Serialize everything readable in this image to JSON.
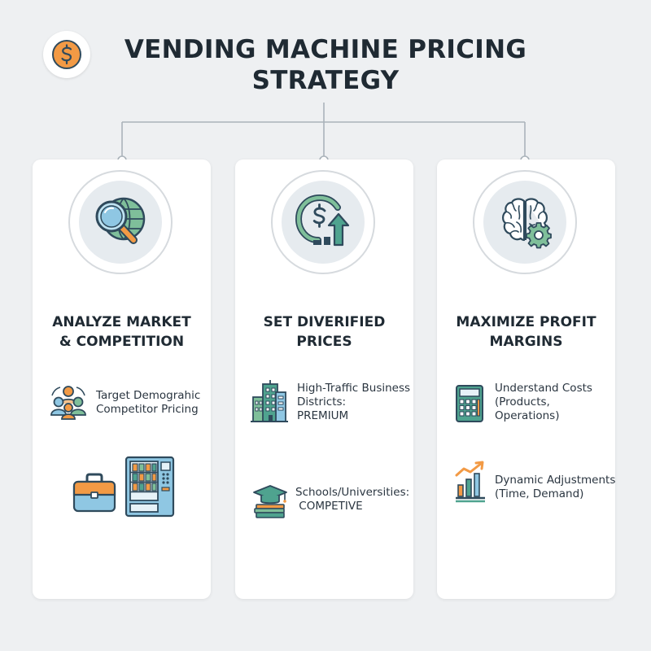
{
  "title": {
    "line1": "VENDING MACHINE PRICING",
    "line2": "STRATEGY"
  },
  "logo_icon": "dollar-coin-icon",
  "colors": {
    "background": "#eef0f2",
    "card": "#ffffff",
    "teal": "#4fa38f",
    "orange": "#f29a45",
    "navy": "#2f4a5c",
    "light_blue": "#8fc7e3"
  },
  "cards": [
    {
      "icon": "magnifier-globe-icon",
      "title_line1": "ANALYZE MARKET",
      "title_line2": "& COMPETITION",
      "items": [
        {
          "icon": "people-group-icon",
          "lines": [
            "Target Demograhic",
            "Competitor Pricing"
          ]
        }
      ],
      "extra_icons": [
        "briefcase-icon",
        "vending-machine-icon"
      ]
    },
    {
      "icon": "dollar-growth-icon",
      "title_line1": "SET DIVERIFIED",
      "title_line2": "PRICES",
      "items": [
        {
          "icon": "office-buildings-icon",
          "lines": [
            "High-Traffic Business",
            "Districts:",
            "PREMIUM"
          ]
        },
        {
          "icon": "graduation-cap-books-icon",
          "lines": [
            "Schools/Universities:",
            " COMPETIVE"
          ]
        }
      ]
    },
    {
      "icon": "brain-gear-icon",
      "title_line1": "MAXIMIZE PROFIT",
      "title_line2": "MARGINS",
      "items": [
        {
          "icon": "calculator-icon",
          "lines": [
            "Understand Costs",
            "(Products,",
            "Operations)"
          ]
        },
        {
          "icon": "rising-chart-icon",
          "lines": [
            "Dynamic Adjustments",
            "(Time, Demand)"
          ]
        }
      ]
    }
  ]
}
